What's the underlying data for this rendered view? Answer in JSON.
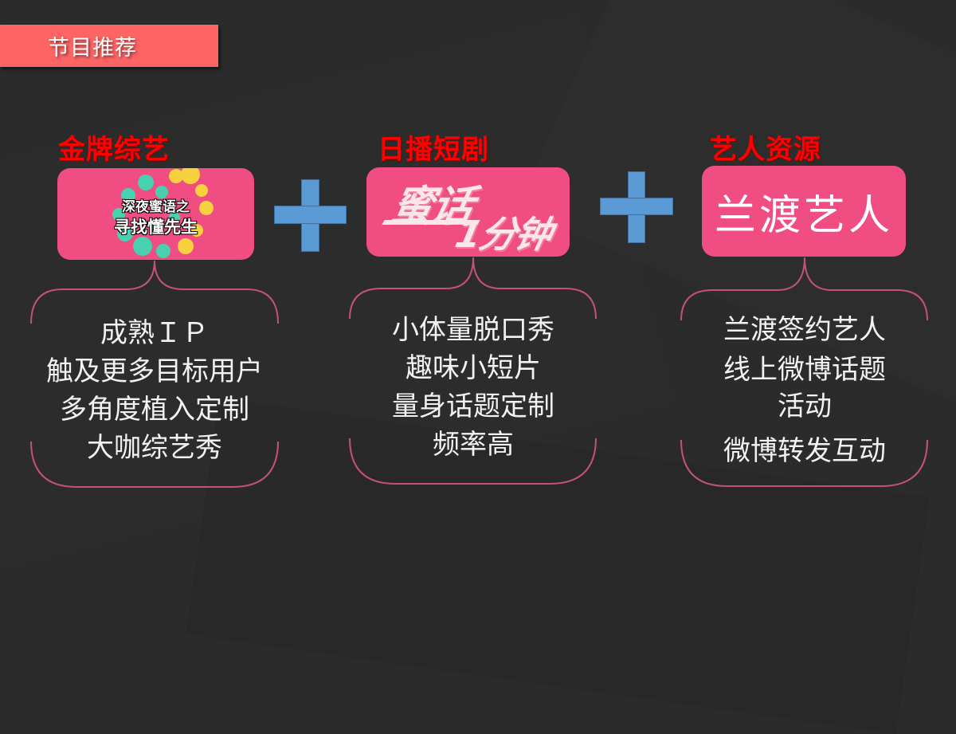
{
  "header": {
    "title": "节目推荐"
  },
  "colors": {
    "background": "#2b2b2b",
    "banner": "#ff6464",
    "column_title": "#ff0000",
    "card": "#f04e82",
    "plus": "#5b9bd5",
    "brace_stroke": "#c4517a",
    "body_text": "#f2f2f2"
  },
  "columns": [
    {
      "title": "金牌综艺",
      "card": {
        "logo_line1": "深夜蜜语之",
        "logo_line2": "寻找懂先生"
      },
      "features": [
        "成熟ＩＰ",
        "触及更多目标用户",
        "多角度植入定制",
        "大咖综艺秀"
      ]
    },
    {
      "title": "日播短剧",
      "card": {
        "logo_line1": "蜜话",
        "logo_line2": "1分钟"
      },
      "features": [
        "小体量脱口秀",
        "趣味小短片",
        "量身话题定制",
        "频率高"
      ]
    },
    {
      "title": "艺人资源",
      "card": {
        "logo_line1": "兰渡艺人"
      },
      "features": [
        "兰渡签约艺人",
        "线上微博话题",
        "活动",
        "微博转发互动"
      ]
    }
  ],
  "connectors": [
    {
      "icon": "plus-icon"
    },
    {
      "icon": "plus-icon"
    }
  ]
}
